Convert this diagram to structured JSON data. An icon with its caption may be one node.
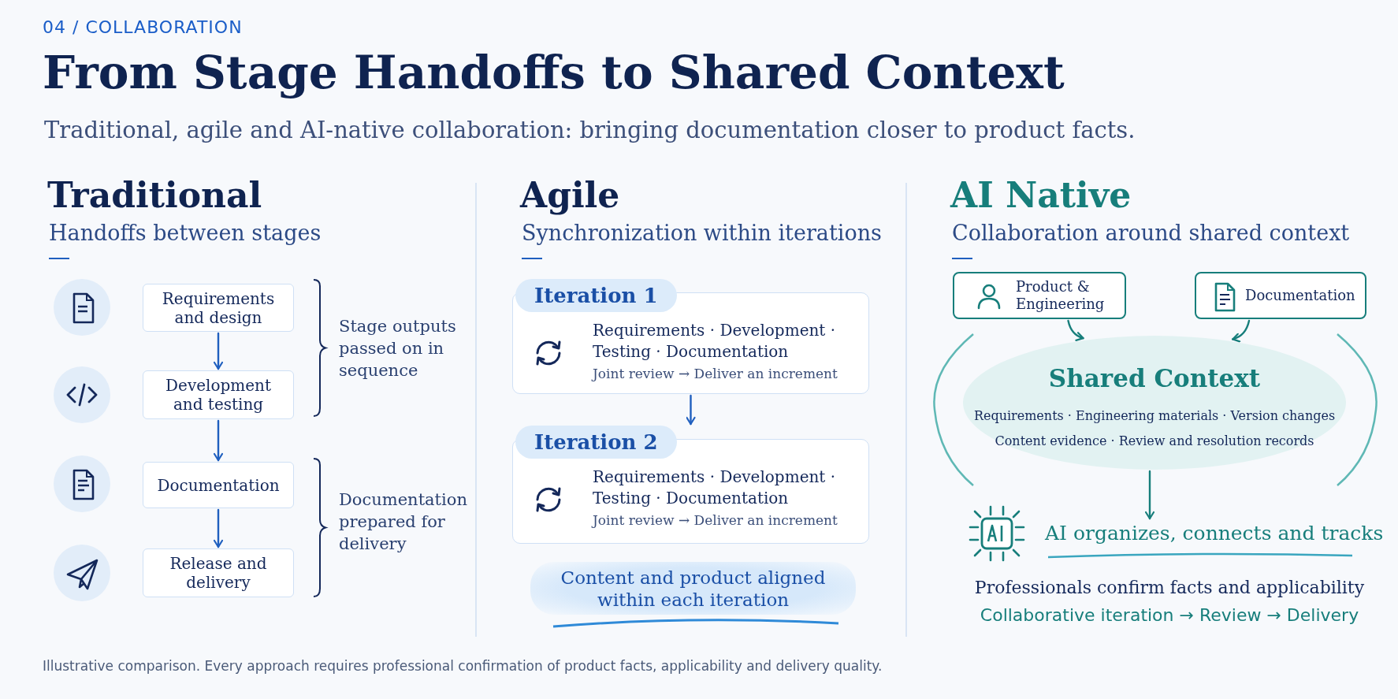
{
  "diagram": {
    "title": "From Stage Handoffs to Shared Context",
    "caption": "Illustrative comparison. Every approach requires professional confirmation of product facts, applicability and delivery quality.",
    "nodes": [
      {
        "text": [
          "Requirements and design"
        ]
      },
      {
        "text": [
          "Development and testing"
        ]
      },
      {
        "text": [
          "Documentation"
        ]
      },
      {
        "text": [
          "Release and delivery"
        ]
      },
      {
        "text": [
          "Iteration 1",
          "Requirements · Development · Testing · Documentation",
          "Joint review → Deliver an increment"
        ]
      },
      {
        "text": [
          "Iteration 2",
          "Requirements · Development · Testing · Documentation",
          "Joint review → Deliver an increment"
        ]
      },
      {
        "text": [
          "Content and product aligned within each iteration"
        ]
      },
      {
        "text": [
          "Product & Engineering"
        ]
      },
      {
        "text": [
          "Documentation"
        ]
      },
      {
        "text": [
          "Shared Context",
          "Requirements · Engineering materials · Version changes",
          "Content evidence · Review and resolution records"
        ]
      },
      {
        "text": [
          "AI organizes, connects and tracks"
        ]
      }
    ],
    "edges": [
      {
        "from": 0,
        "to": 1,
        "arrow": "to"
      },
      {
        "from": 1,
        "to": 2,
        "arrow": "to"
      },
      {
        "from": 2,
        "to": 3,
        "arrow": "to"
      },
      {
        "from": 4,
        "to": 5,
        "arrow": "to"
      },
      {
        "from": 7,
        "to": 9,
        "arrow": "to",
        "color": "#177e7b"
      },
      {
        "from": 8,
        "to": 9,
        "arrow": "to",
        "color": "#177e7b"
      },
      {
        "from": 9,
        "to": 10,
        "arrow": "to",
        "color": "#177e7b"
      }
    ],
    "labels": [
      "04 / COLLABORATION",
      "Traditional, agile and AI-native collaboration: bringing documentation closer to product facts.",
      "Traditional",
      "Handoffs between stages",
      "Stage outputs passed on in sequence",
      "Documentation prepared for delivery",
      "Agile",
      "Synchronization within iterations",
      "AI Native",
      "Collaboration around shared context",
      "Professionals confirm facts and applicability",
      "Collaborative iteration → Review → Delivery"
    ]
  }
}
